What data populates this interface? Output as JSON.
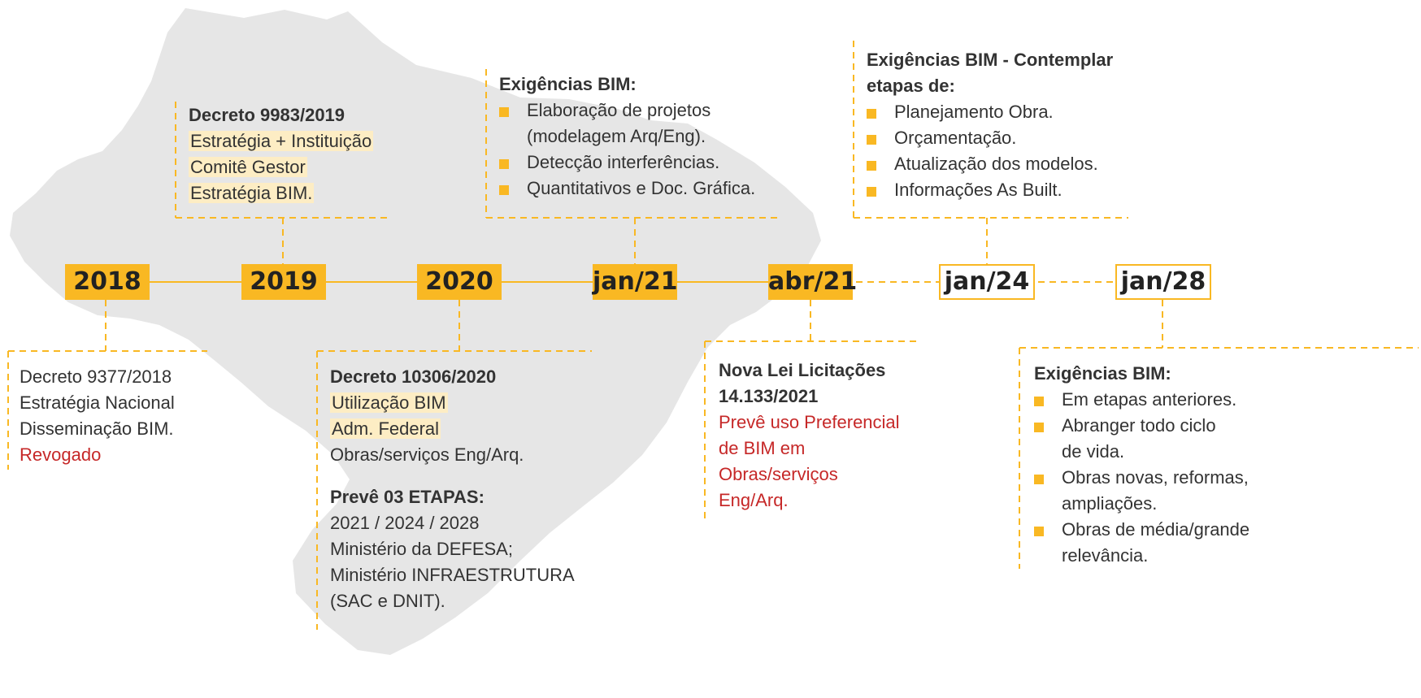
{
  "colors": {
    "accent": "#f9b823",
    "highlight": "#fdedc4",
    "alert": "#c62828",
    "map": "#e6e6e6",
    "text": "#333333"
  },
  "milestones": [
    {
      "label": "2018",
      "style": "filled"
    },
    {
      "label": "2019",
      "style": "filled"
    },
    {
      "label": "2020",
      "style": "filled"
    },
    {
      "label": "jan/21",
      "style": "filled"
    },
    {
      "label": "abr/21",
      "style": "filled"
    },
    {
      "label": "jan/24",
      "style": "outlined"
    },
    {
      "label": "jan/28",
      "style": "outlined"
    }
  ],
  "box_2018": {
    "lines": [
      "Decreto 9377/2018",
      "Estratégia Nacional",
      "Disseminação BIM."
    ],
    "status": "Revogado"
  },
  "box_2019": {
    "title": "Decreto 9983/2019",
    "highlights": [
      "Estratégia + Instituição",
      "Comitê Gestor",
      "Estratégia BIM."
    ]
  },
  "box_2020": {
    "title": "Decreto 10306/2020",
    "highlights": [
      "Utilização BIM",
      "Adm. Federal"
    ],
    "line": "Obras/serviços Eng/Arq.",
    "title2": "Prevê 03 ETAPAS:",
    "lines2": [
      "2021 / 2024 / 2028",
      "Ministério da DEFESA;",
      "Ministério INFRAESTRUTURA",
      "(SAC e DNIT)."
    ]
  },
  "box_jan21": {
    "title": "Exigências BIM:",
    "bullets": [
      [
        "Elaboração de projetos",
        "(modelagem Arq/Eng)."
      ],
      [
        "Detecção interferências."
      ],
      [
        "Quantitativos e Doc. Gráfica."
      ]
    ]
  },
  "box_abr21": {
    "title_lines": [
      "Nova Lei Licitações",
      "14.133/2021"
    ],
    "red_lines": [
      "Prevê uso Preferencial",
      "de BIM em",
      "Obras/serviços",
      "Eng/Arq."
    ]
  },
  "box_jan24": {
    "title_lines": [
      "Exigências BIM - Contemplar",
      "etapas de:"
    ],
    "bullets": [
      [
        "Planejamento Obra."
      ],
      [
        "Orçamentação."
      ],
      [
        "Atualização dos modelos."
      ],
      [
        "Informações As Built."
      ]
    ]
  },
  "box_jan28": {
    "title": "Exigências BIM:",
    "bullets": [
      [
        "Em etapas anteriores."
      ],
      [
        "Abranger todo ciclo",
        "de vida."
      ],
      [
        "Obras novas, reformas,",
        "ampliações."
      ],
      [
        "Obras de média/grande",
        "relevância."
      ]
    ]
  }
}
